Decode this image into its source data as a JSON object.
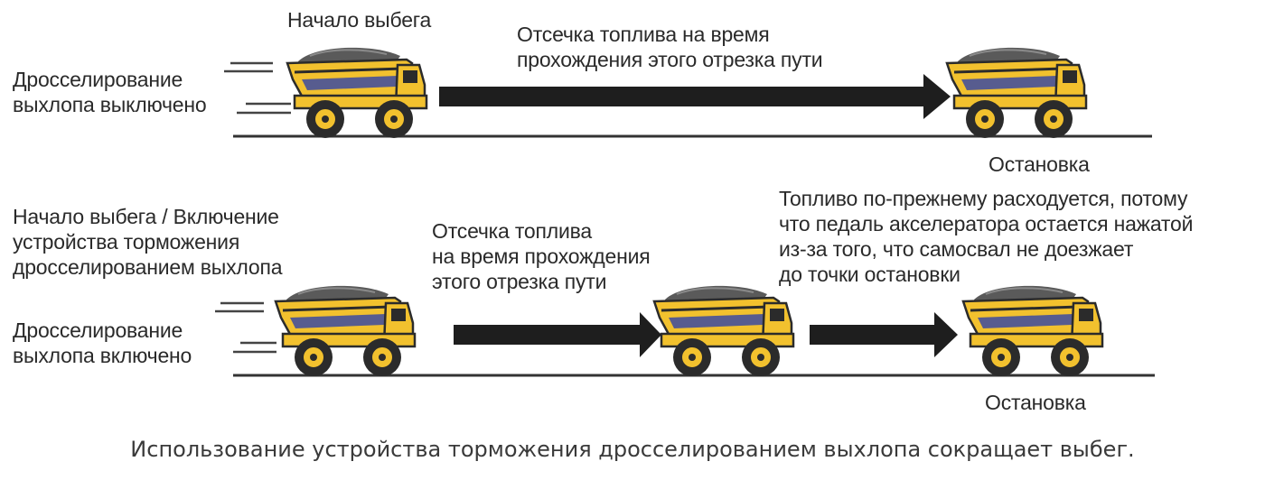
{
  "top": {
    "coast_start": "Начало выбега",
    "fuel_cut": [
      "Отсечка топлива на время",
      "прохождения этого отрезка пути"
    ],
    "brake_state": [
      "Дросселирование",
      "выхлопа выключено"
    ],
    "stop": "Остановка"
  },
  "bottom": {
    "coast_start": [
      "Начало выбега / Включение",
      "устройства торможения",
      "дросселированием выхлопа"
    ],
    "fuel_cut": [
      "Отсечка топлива",
      "на время прохождения",
      "этого отрезка пути"
    ],
    "fuel_used": [
      "Топливо по-прежнему расходуется, потому",
      "что педаль акселератора остается нажатой",
      "из-за того, что самосвал не доезжает",
      "до точки остановки"
    ],
    "brake_state": [
      "Дросселирование",
      "выхлопа включено"
    ],
    "stop": "Остановка"
  },
  "caption": "Использование устройства торможения дросселированием выхлопа сокращает выбег.",
  "colors": {
    "truck_body": "#f2c12e",
    "truck_dark": "#2b2b2b",
    "load": "#5a5a5a",
    "arrow": "#1e1e1e"
  }
}
